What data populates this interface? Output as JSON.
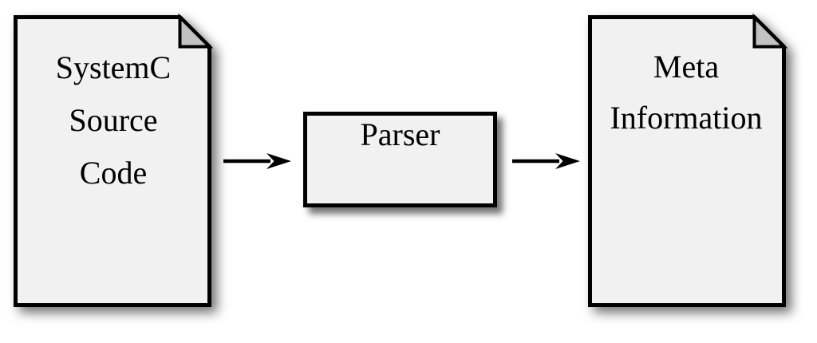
{
  "nodes": {
    "source_doc": {
      "type": "document",
      "lines": [
        "SystemC",
        "Source",
        "Code"
      ]
    },
    "parser": {
      "type": "process",
      "label": "Parser"
    },
    "meta_doc": {
      "type": "document",
      "lines": [
        "Meta",
        "Information"
      ]
    }
  },
  "edges": [
    {
      "from": "source_doc",
      "to": "parser"
    },
    {
      "from": "parser",
      "to": "meta_doc"
    }
  ],
  "colors": {
    "background": "#ffffff",
    "node_fill": "#f1f1f1",
    "fold_fill": "#c2c2c2",
    "stroke": "#000000",
    "text": "#000000"
  }
}
